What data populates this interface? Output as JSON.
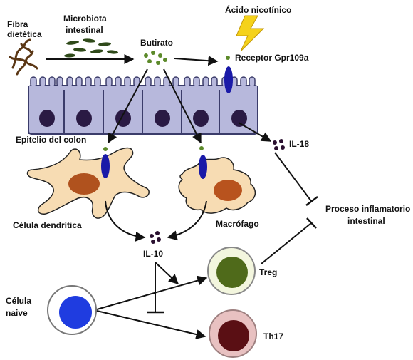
{
  "labels": {
    "fibra_line1": "Fibra",
    "fibra_line2": "dietética",
    "microbiota_line1": "Microbiota",
    "microbiota_line2": "intestinal",
    "butirato": "Butirato",
    "acido": "Ácido nicotínico",
    "receptor": "Receptor Gpr109a",
    "epitelio": "Epitelio del colon",
    "il18": "IL-18",
    "celula_dendritica": "Célula dendrítica",
    "macrofago": "Macrófago",
    "proceso_line1": "Proceso inflamatorio",
    "proceso_line2": "intestinal",
    "il10": "IL-10",
    "treg": "Treg",
    "celula_line1": "Célula",
    "celula_line2": "naive",
    "th17": "Th17"
  },
  "colors": {
    "epithelium_fill": "#b7b8dc",
    "epithelium_stroke": "#3b3c6a",
    "nucleus": "#2a1a44",
    "receptor": "#1a1aa8",
    "butyrate": "#5c8a2a",
    "cytokine": "#2a1030",
    "dendritic_fill": "#f7dcb3",
    "dendritic_nucleus": "#b0521e",
    "macrophage_fill": "#f7dcb3",
    "macrophage_nucleus": "#b8531e",
    "treg_outer": "#f3f6de",
    "treg_nucleus": "#4f6a1a",
    "naive_nucleus": "#1f3ce0",
    "th17_outer": "#e8c1c1",
    "th17_nucleus": "#5a0f14",
    "lightning": "#f5d21b",
    "microbiota": "#2f4a1a",
    "fiber": "#5b3715",
    "line": "#111111"
  }
}
